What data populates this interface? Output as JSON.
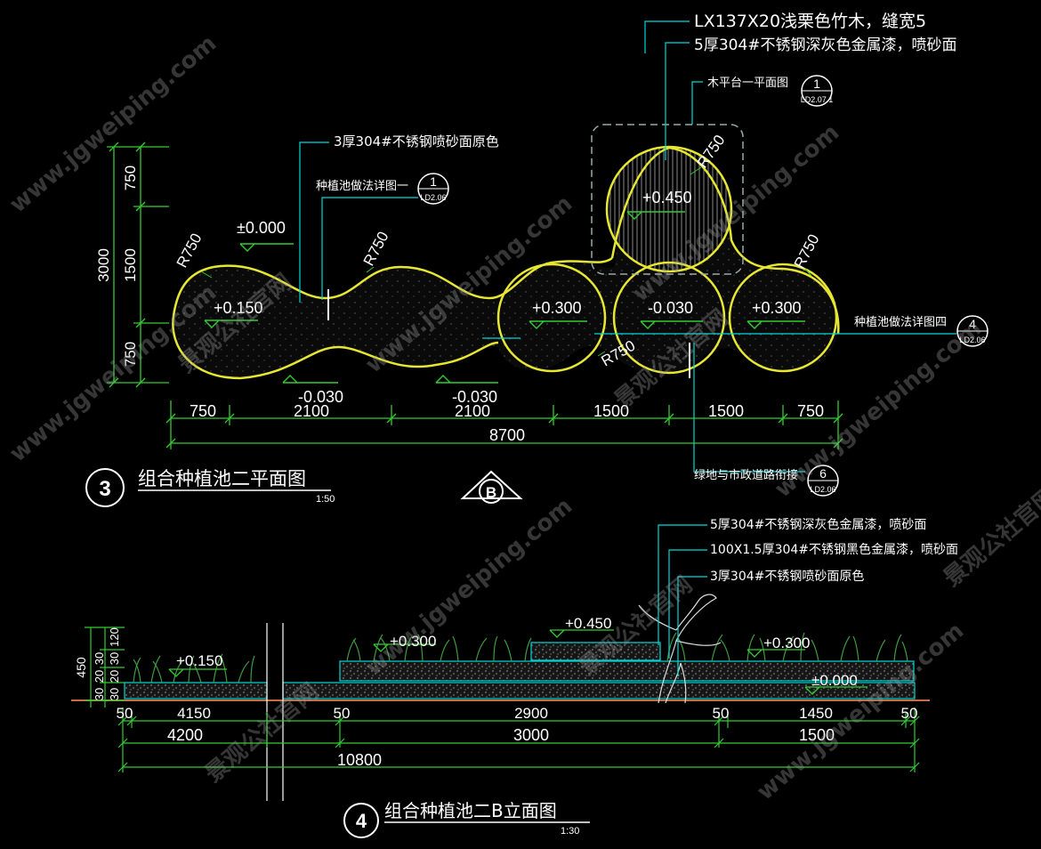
{
  "colors": {
    "background": "#000000",
    "text": "#ffffff",
    "dimension": "#33cc33",
    "pool_outline": "#e6e633",
    "leader": "#00d8d8",
    "hatch": "#7a7a7a",
    "grass": "#3f9a3f",
    "soil": "#c86e46",
    "watermark": "#9a9a9a"
  },
  "plan": {
    "title": "组合种植池二平面图",
    "scale": "1:50",
    "number": "3",
    "section_marker": "B",
    "notes": {
      "material_a": "LX137X20浅栗色竹木，缝宽5",
      "material_b": "5厚304#不锈钢深灰色金属漆，喷砂面",
      "wood_platform": "木平台一平面图",
      "stainless": "3厚304#不锈钢喷砂面原色",
      "detail_one": "种植池做法详图一",
      "detail_four": "种植池做法详图四",
      "green_link": "绿地与市政道路衔接"
    },
    "refs": {
      "r1_num": "1",
      "r1_sheet": "LD2.07.1",
      "r2_num": "1",
      "r2_sheet": "LD2.06",
      "r3_num": "4",
      "r3_sheet": "LD2.06",
      "r4_num": "6",
      "r4_sheet": "LD2.06"
    },
    "elevations": [
      "±0.000",
      "+0.150",
      "-0.030",
      "-0.030",
      "+0.300",
      "-0.030",
      "+0.300",
      "+0.450"
    ],
    "radii": "R750",
    "left_dims": [
      "750",
      "1500",
      "750"
    ],
    "left_total": "3000",
    "bottom_dims": [
      "750",
      "2100",
      "2100",
      "1500",
      "1500",
      "750"
    ],
    "bottom_total": "8700"
  },
  "elevation_view": {
    "title": "组合种植池二B立面图",
    "scale": "1:30",
    "number": "4",
    "notes": {
      "n1": "5厚304#不锈钢深灰色金属漆，喷砂面",
      "n2": "100X1.5厚304#不锈钢黑色金属漆，喷砂面",
      "n3": "3厚304#不锈钢喷砂面原色"
    },
    "levels": [
      "+0.150",
      "+0.300",
      "+0.450",
      "+0.300",
      "±0.000"
    ],
    "left_dims": [
      "450",
      "120",
      "30",
      "30",
      "20",
      "20",
      "30",
      "30"
    ],
    "dims_row1": [
      "50",
      "4150",
      "50",
      "2900",
      "50",
      "1450",
      "50"
    ],
    "dims_row2": [
      "4200",
      "3000",
      "1500"
    ],
    "dims_total": "10800"
  },
  "watermarks": [
    "www.jgweiping.com",
    "景观公社官网"
  ]
}
